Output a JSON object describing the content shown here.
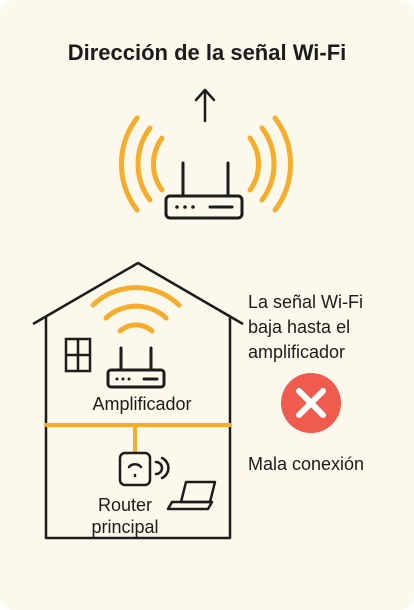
{
  "title": "Dirección de la señal Wi-Fi",
  "labels": {
    "amplifier": "Amplificador",
    "router_line1": "Router",
    "router_line2": "principal"
  },
  "note_lines": [
    "La señal Wi-Fi",
    "baja hasta el",
    "amplificador"
  ],
  "status_text": "Mala conexión",
  "colors": {
    "signal": "#f6ad2b",
    "stroke": "#1c1c1c",
    "error": "#ef5b4c",
    "background": "#fdf8ec"
  },
  "icons": [
    "up-arrow-icon",
    "router-icon",
    "wifi-waves-icon",
    "house-icon",
    "window-icon",
    "error-x-icon",
    "router-small-icon",
    "laptop-icon"
  ]
}
